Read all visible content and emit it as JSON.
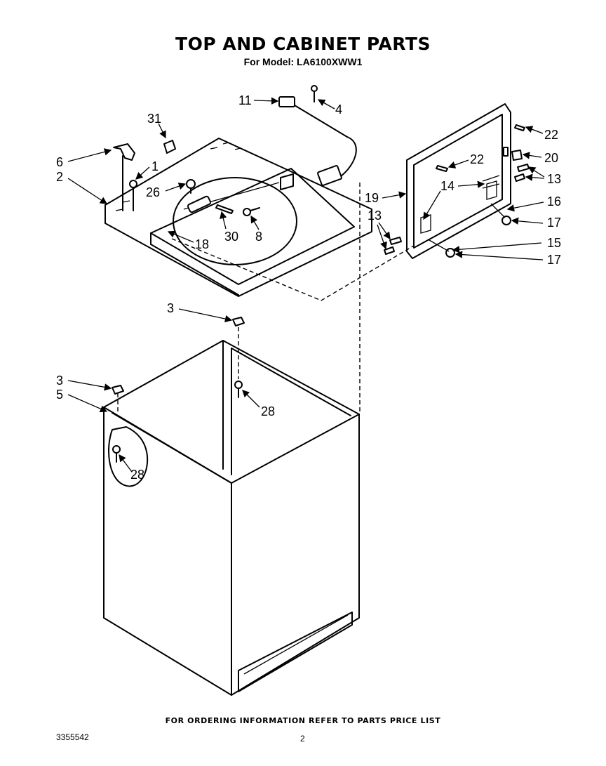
{
  "header": {
    "title": "TOP AND CABINET PARTS",
    "subtitle": "For Model: LA6100XWW1"
  },
  "callouts": [
    "1",
    "2",
    "3",
    "3",
    "4",
    "5",
    "6",
    "8",
    "11",
    "13",
    "13",
    "14",
    "15",
    "16",
    "17",
    "17",
    "18",
    "19",
    "20",
    "22",
    "22",
    "26",
    "28",
    "28",
    "30",
    "31"
  ],
  "footer": {
    "note": "FOR ORDERING INFORMATION REFER TO PARTS PRICE LIST",
    "doc_number": "3355542",
    "page_number": "2"
  }
}
